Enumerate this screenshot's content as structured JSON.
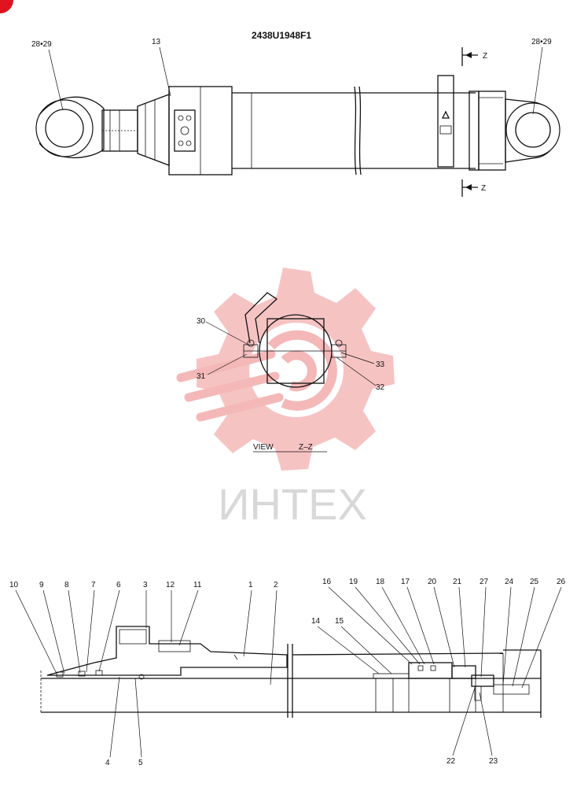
{
  "drawing": {
    "part_number": "2438U1948F1",
    "view_label": "VIEW",
    "view_section": "Z–Z",
    "section_marker": "Z",
    "watermark_text": "ИНТЕХ",
    "badge_color": "#e0141e",
    "watermark_gear_color": "#f4b8b8"
  },
  "labels": {
    "l_28_29_left": "28•29",
    "l_28_29_right": "28•29",
    "l_13": "13",
    "l_30": "30",
    "l_31": "31",
    "l_32": "32",
    "l_33": "33",
    "l_1": "1",
    "l_2": "2",
    "l_3": "3",
    "l_4": "4",
    "l_5": "5",
    "l_6": "6",
    "l_7": "7",
    "l_8": "8",
    "l_9": "9",
    "l_10": "10",
    "l_11": "11",
    "l_12": "12",
    "l_14": "14",
    "l_15": "15",
    "l_16": "16",
    "l_17": "17",
    "l_18": "18",
    "l_19": "19",
    "l_20": "20",
    "l_21": "21",
    "l_22": "22",
    "l_23": "23",
    "l_24": "24",
    "l_25": "25",
    "l_26": "26",
    "l_27": "27"
  }
}
